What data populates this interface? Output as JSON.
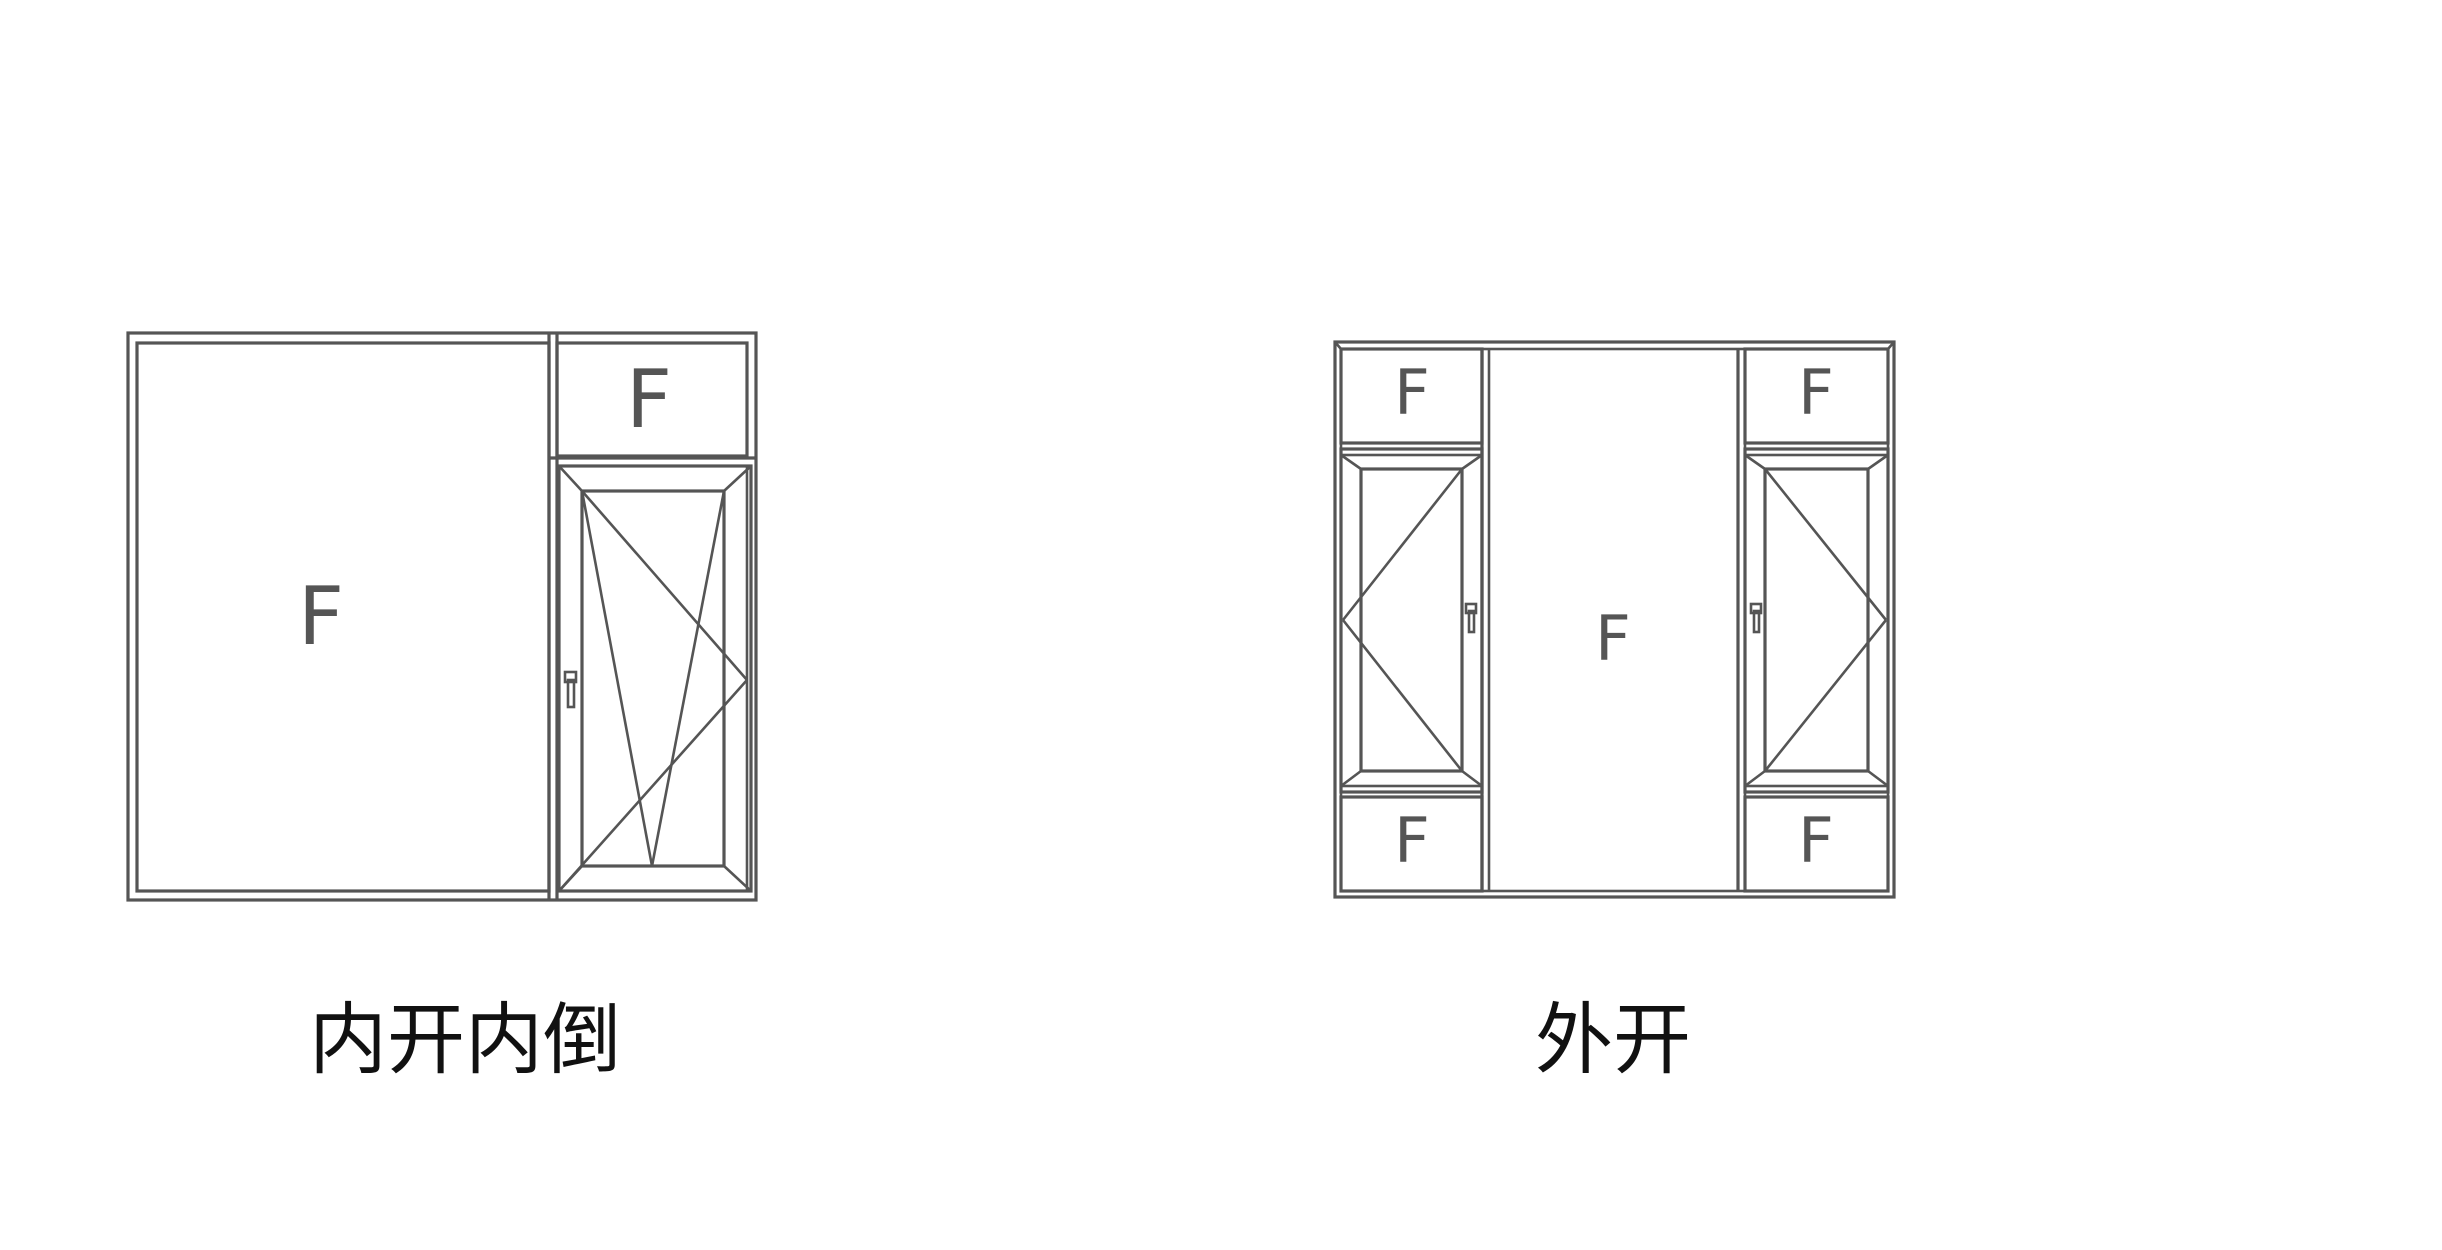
{
  "panel_labels": {
    "fixed": "F"
  },
  "captions": {
    "left": "内开内倒",
    "right": "外开"
  }
}
